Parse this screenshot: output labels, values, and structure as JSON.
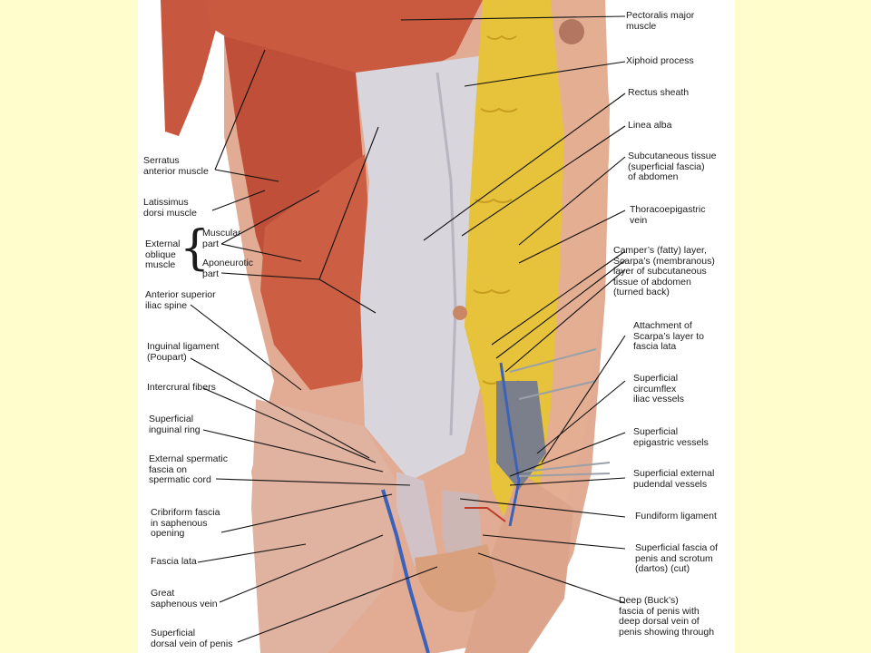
{
  "labels_left": {
    "serratus": "Serratus\nanterior muscle",
    "latissimus": "Latissimus\ndorsi muscle",
    "external_oblique": "External\noblique\nmuscle",
    "muscular_part": "Muscular\npart",
    "aponeurotic_part": "Aponeurotic\npart",
    "asis": "Anterior superior\niliac spine",
    "inguinal_ligament": "Inguinal ligament\n(Poupart)",
    "intercrural": "Intercrural fibers",
    "superficial_ring": "Superficial\ninguinal ring",
    "ext_spermatic": "External spermatic\nfascia on\nspermatic cord",
    "cribriform": "Cribriform fascia\nin saphenous\nopening",
    "fascia_lata": "Fascia lata",
    "great_saphenous": "Great\nsaphenous vein",
    "dorsal_vein": "Superficial\ndorsal vein of penis"
  },
  "labels_right": {
    "pectoralis": "Pectoralis major\nmuscle",
    "xiphoid": "Xiphoid process",
    "rectus_sheath": "Rectus sheath",
    "linea_alba": "Linea alba",
    "subcutaneous": "Subcutaneous tissue\n(superficial fascia)\nof abdomen",
    "thoracoepigastric": "Thoracoepigastric\nvein",
    "campers": "Camper’s (fatty) layer,\nScarpa’s (membranous)\nlayer of subcutaneous\ntissue of abdomen\n(turned back)",
    "scarpa_attachment": "Attachment of\nScarpa’s layer to\nfascia lata",
    "circumflex": "Superficial\ncircumflex\niliac vessels",
    "epigastric_vessels": "Superficial\nepigastric vessels",
    "pudendal": "Superficial external\npudendal vessels",
    "fundiform": "Fundiform ligament",
    "fascia_penis": "Superficial fascia of\npenis and scrotum\n(dartos) (cut)",
    "bucks": "Deep (Buck’s)\nfascia of penis with\ndeep dorsal vein of\npenis showing through"
  },
  "colors": {
    "background": "#fffdcc",
    "muscle": "#c8573f",
    "fascia": "#d9d6de",
    "fat": "#e8c43a",
    "skin": "#e0a58a",
    "vein": "#3b62b8"
  }
}
